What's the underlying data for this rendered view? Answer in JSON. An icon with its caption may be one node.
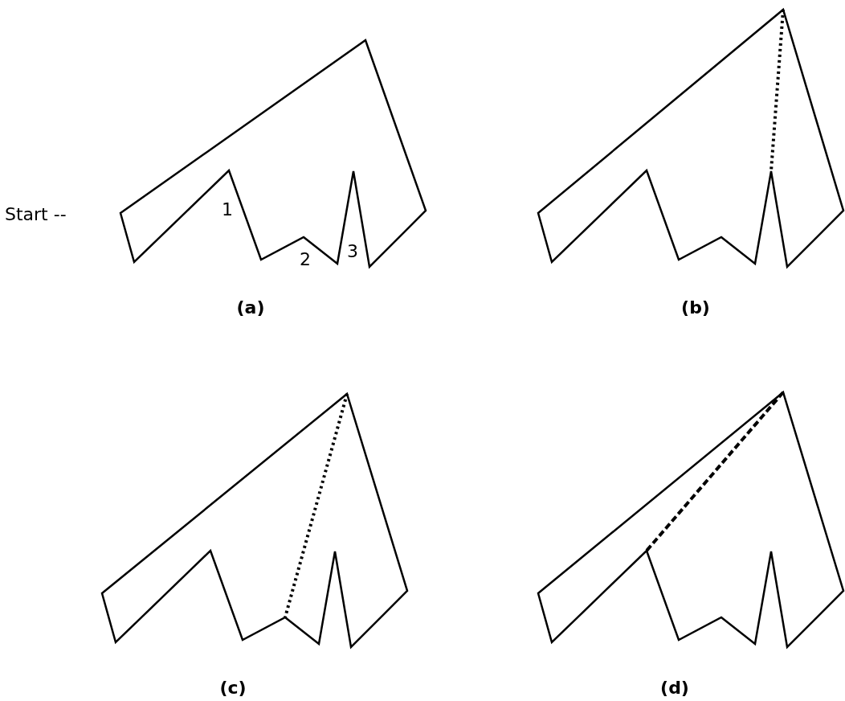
{
  "diagram": {
    "labels": [
      "Start --",
      "1",
      "2",
      "3",
      "(a)",
      "(b)",
      "(c)",
      "(d)"
    ]
  }
}
